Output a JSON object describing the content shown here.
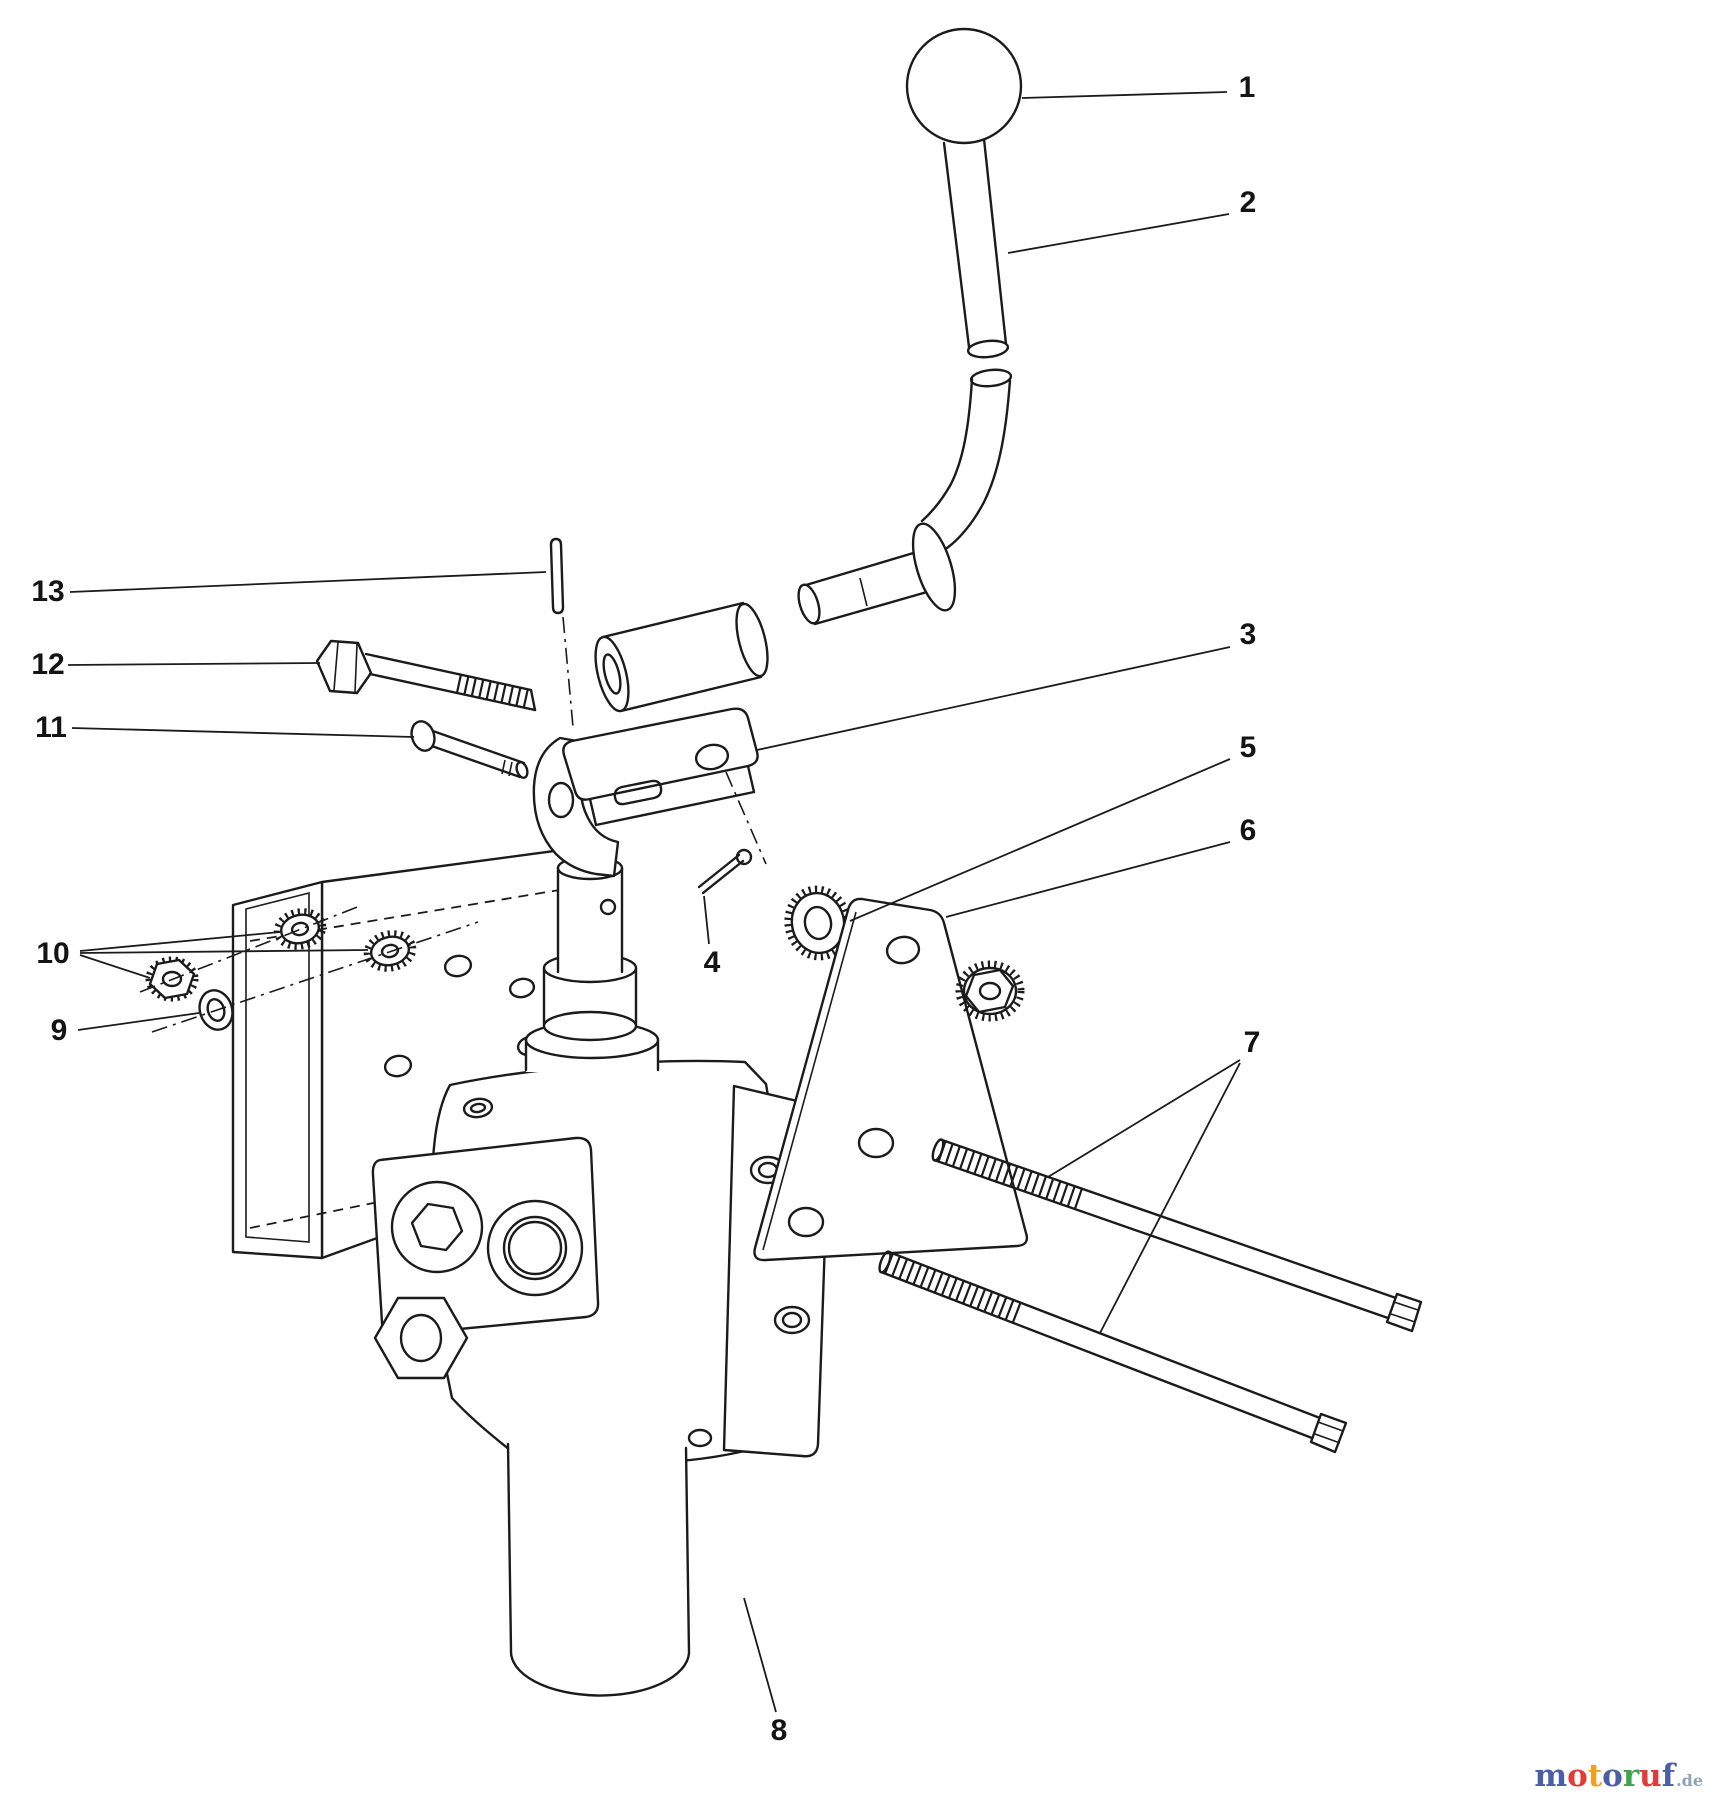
{
  "diagram": {
    "ink_color": "#1b1b1b",
    "background": "#ffffff",
    "callouts": [
      {
        "label": "1"
      },
      {
        "label": "2"
      },
      {
        "label": "3"
      },
      {
        "label": "4"
      },
      {
        "label": "5"
      },
      {
        "label": "6"
      },
      {
        "label": "7"
      },
      {
        "label": "8"
      },
      {
        "label": "9"
      },
      {
        "label": "10"
      },
      {
        "label": "11"
      },
      {
        "label": "12"
      },
      {
        "label": "13"
      }
    ]
  },
  "watermark": {
    "letters": [
      {
        "char": "m",
        "color": "#4a5fa5"
      },
      {
        "char": "o",
        "color": "#e23b3b"
      },
      {
        "char": "t",
        "color": "#f0a21f"
      },
      {
        "char": "o",
        "color": "#4a5fa5"
      },
      {
        "char": "r",
        "color": "#3fa34d"
      },
      {
        "char": "u",
        "color": "#e23b3b"
      },
      {
        "char": "f",
        "color": "#4a5fa5"
      }
    ],
    "tld": ".de",
    "tld_color": "#8fa3b8"
  }
}
